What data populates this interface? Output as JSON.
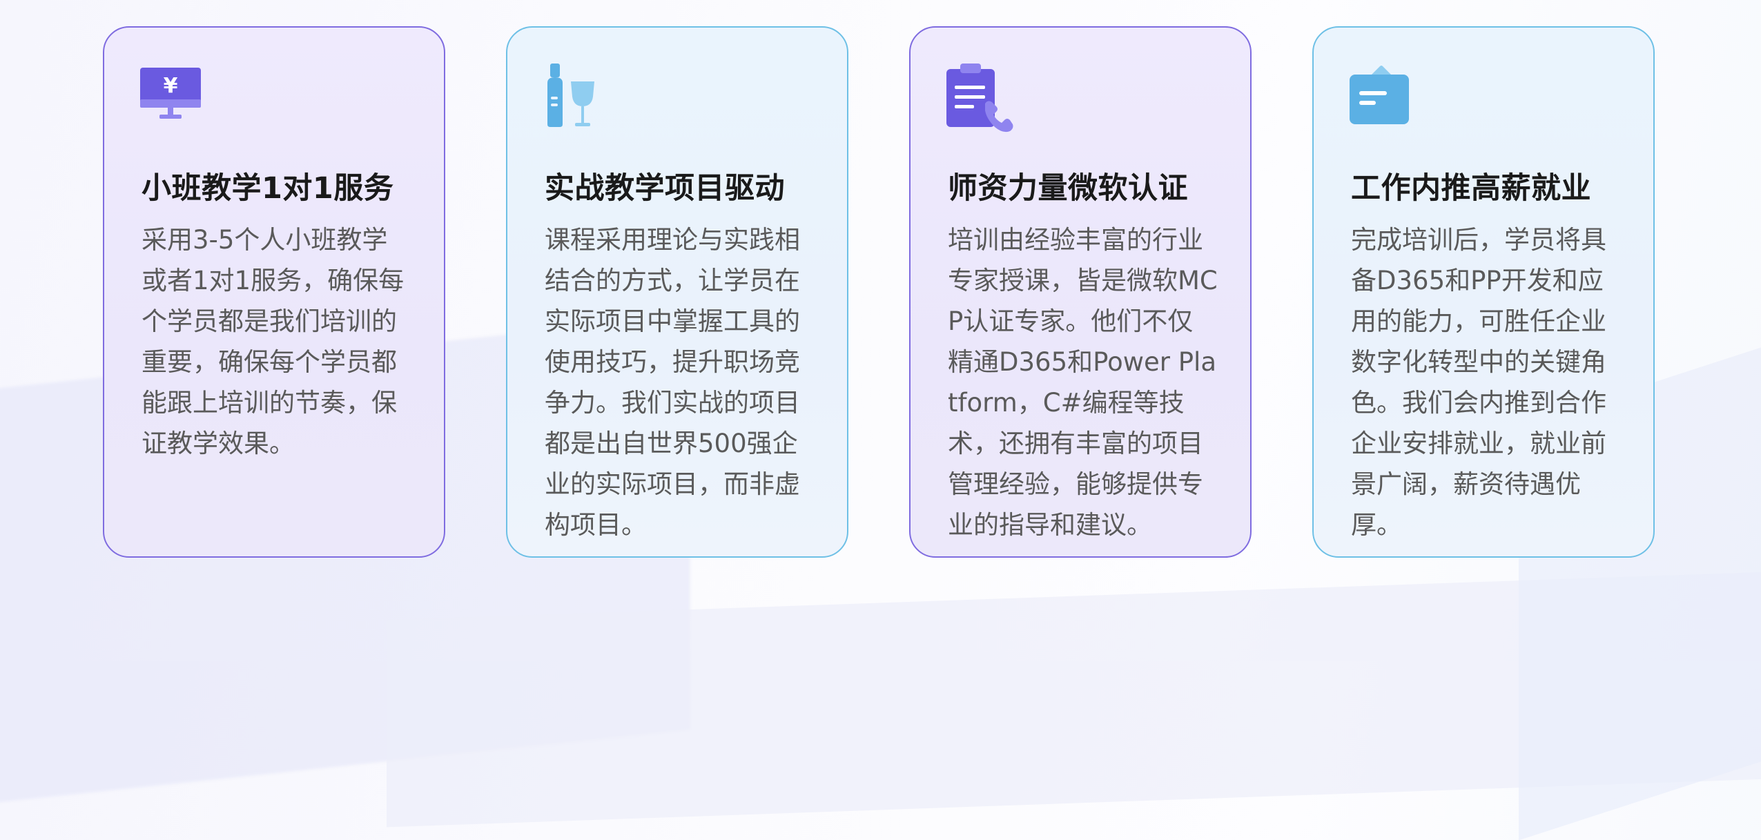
{
  "cards": [
    {
      "title": "小班教学1对1服务",
      "body": "采用3-5个人小班教学或者1对1服务，确保每个学员都是我们培训的重要，确保每个学员都能跟上培训的节奏，保证教学效果。",
      "icon": "monitor-yen-icon",
      "theme": "purple"
    },
    {
      "title": "实战教学项目驱动",
      "body": "课程采用理论与实践相结合的方式，让学员在实际项目中掌握工具的使用技巧，提升职场竞争力。我们实战的项目都是出自世界500强企业的实际项目，而非虚构项目。",
      "icon": "bottle-glass-icon",
      "theme": "blue"
    },
    {
      "title": "师资力量微软认证",
      "body": "培训由经验丰富的行业专家授课，皆是微软MCP认证专家。他们不仅精通D365和Power Platform，C#编程等技术，还拥有丰富的项目管理经验，能够提供专业的指导和建议。",
      "icon": "clipboard-phone-icon",
      "theme": "purple"
    },
    {
      "title": "工作内推高薪就业",
      "body": "完成培训后，学员将具备D365和PP开发和应用的能力，可胜任企业数字化转型中的关键角色。我们会内推到合作企业安排就业，就业前景广阔，薪资待遇优厚。",
      "icon": "briefcase-icon",
      "theme": "blue"
    }
  ],
  "colors": {
    "purple_accent": "#6a5ae0",
    "blue_accent": "#5bb0e4"
  }
}
